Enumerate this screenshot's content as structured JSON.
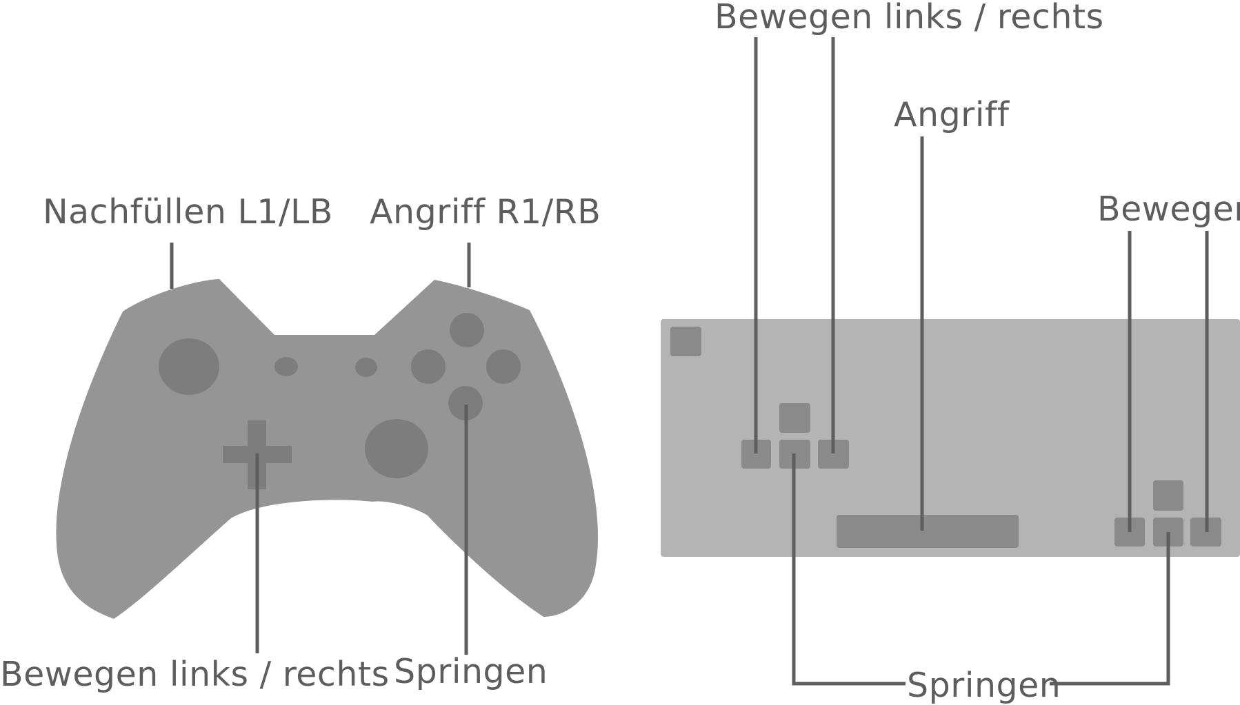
{
  "gamepad": {
    "label_refill": "Nachfüllen L1/LB",
    "label_attack": "Angriff R1/RB",
    "label_move": "Bewegen links / rechts",
    "label_jump": "Springen"
  },
  "keyboard": {
    "label_move_lr": "Bewegen links / rechts",
    "label_attack": "Angriff",
    "label_move": "Bewegen",
    "label_jump": "Springen"
  },
  "colors": {
    "controller_body": "#959595",
    "controller_detail": "#7d7d7d",
    "keyboard_body": "#b4b4b4",
    "key": "#8a8a8a",
    "line": "#5e5e5e",
    "text": "#5d5d5d"
  }
}
